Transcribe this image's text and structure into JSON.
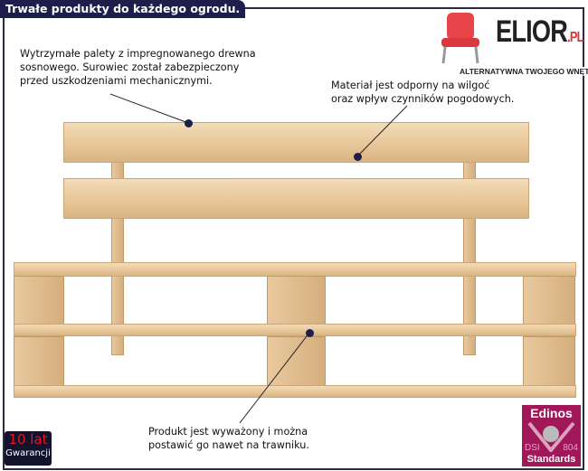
{
  "header": {
    "title": "Trwałe produkty do każdego ogrodu."
  },
  "logo": {
    "name": "ELIOR",
    "suffix": ".PL",
    "tagline": "ALTERNATYWNA TWOJEGO WNĘTRZA"
  },
  "notes": [
    {
      "lines": [
        "Wytrzymałe palety z impregnowanego drewna",
        "sosnowego. Surowiec został zabezpieczony",
        "przed uszkodzeniami mechanicznymi."
      ]
    },
    {
      "lines": [
        "Materiał jest odporny na wilgoć",
        "oraz wpływ czynników pogodowych."
      ]
    },
    {
      "lines": [
        "Produkt jest wyważony i można",
        "postawić go nawet na trawniku."
      ]
    }
  ],
  "warranty": {
    "years": "10 lat",
    "label": "Gwarancji"
  },
  "badge": {
    "brand": "Edinos",
    "left": "DSI",
    "right": "804",
    "bottom": "Standards"
  },
  "colors": {
    "navy": "#1d1f4a",
    "badge": "#a0185a"
  }
}
